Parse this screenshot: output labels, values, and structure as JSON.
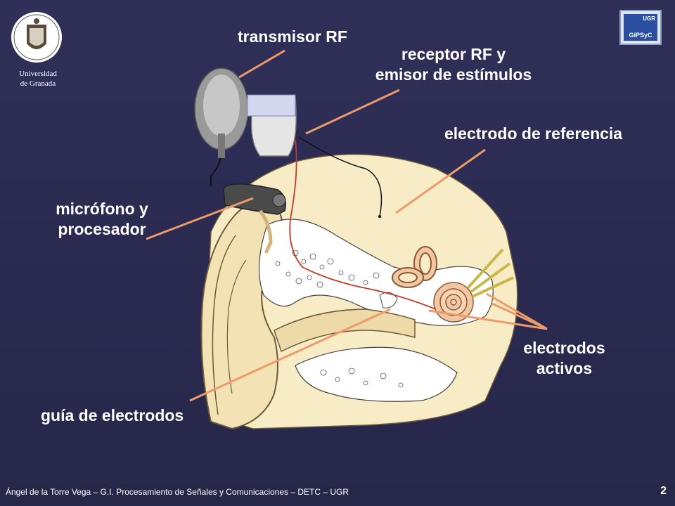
{
  "university": {
    "line1": "Universidad",
    "line2": "de Granada"
  },
  "logo_right": {
    "top": "UGR",
    "bottom": "GiPSyC"
  },
  "labels": {
    "transmisor": "transmisor RF",
    "receptor_1": "receptor RF y",
    "receptor_2": "emisor de estímulos",
    "electrodo_ref": "electrodo de referencia",
    "microfono_1": "micrófono y",
    "microfono_2": "procesador",
    "electrodos_activos_1": "electrodos",
    "electrodos_activos_2": "activos",
    "guia": "guía de electrodos"
  },
  "footer": "Ángel de la Torre Vega – G.I. Procesamiento de Señales y Comunicaciones – DETC – UGR",
  "page_number": "2",
  "colors": {
    "background": "#2b2b52",
    "pointer": "#f09a6a",
    "skin": "#f7ecc6",
    "bone": "#ffffff",
    "cochlea": "#f3c7a2"
  }
}
